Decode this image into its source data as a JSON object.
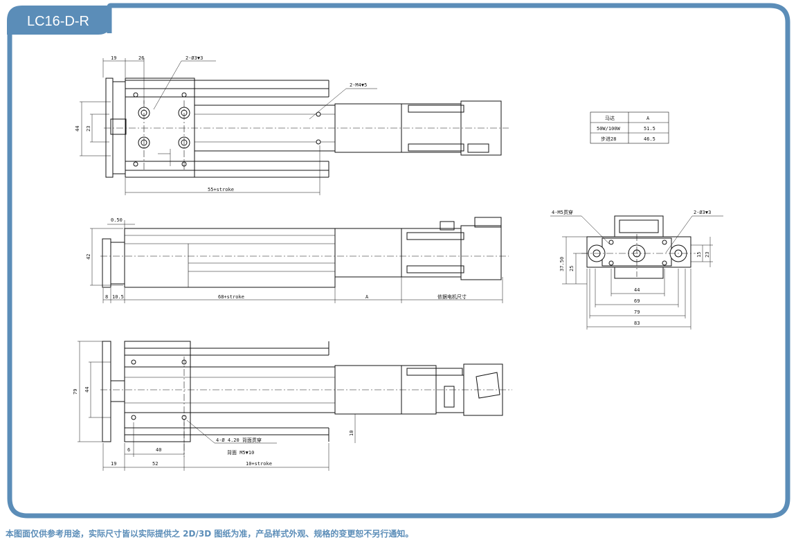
{
  "title": "LC16-D-R",
  "footer_note": "本图面仅供参考用途，实际尺寸皆以实际提供之 2D/3D 图纸为准，产品样式外观、规格的变更恕不另行通知。",
  "colors": {
    "frame": "#5b8db8",
    "footer_text": "#5b8db8",
    "line": "#111111"
  },
  "motor_table": {
    "headers": [
      "马达",
      "A"
    ],
    "rows": [
      [
        "50W/100W",
        "51.5"
      ],
      [
        "步进28",
        "46.5"
      ]
    ]
  },
  "dims": {
    "top": {
      "d19": "19",
      "d26": "26",
      "hole": "2-Ø3▼3",
      "m4": "2-M4▼5",
      "d44": "44",
      "d23": "23",
      "stroke": "55+stroke"
    },
    "side": {
      "d050": "0.50",
      "d42": "42",
      "d8": "8",
      "d105": "10.5",
      "stroke": "68+stroke",
      "a": "A",
      "motor": "依据电机尺寸"
    },
    "bottom": {
      "d79": "79",
      "d44": "44",
      "d10": "10",
      "d6": "6",
      "d40": "40",
      "d19": "19",
      "d52": "52",
      "stroke": "10+stroke",
      "note1": "4-Ø 4.20 背面贯穿",
      "note2": "背面 M5▼10"
    },
    "end": {
      "m5": "4-M5贯穿",
      "hole": "2-Ø3▼3",
      "d3750": "37.50",
      "d25": "25",
      "d15": "15",
      "d23": "23",
      "d44": "44",
      "d69": "69",
      "d79": "79",
      "d83": "83"
    }
  }
}
